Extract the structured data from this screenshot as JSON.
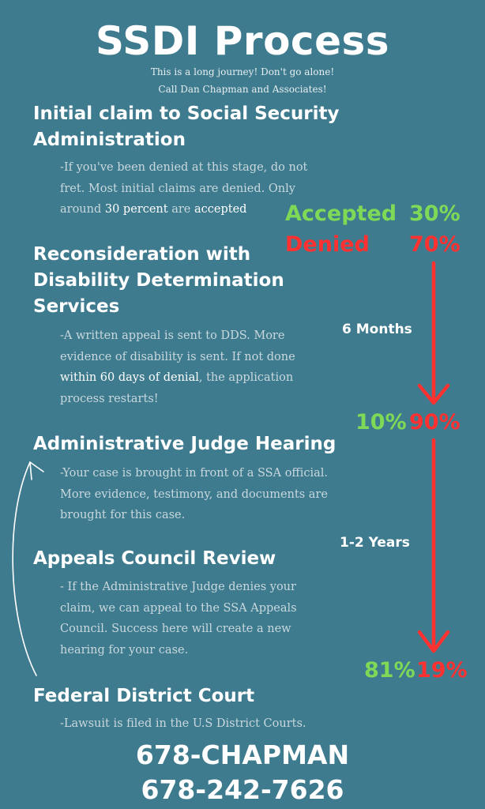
{
  "header": {
    "title": "SSDI Process",
    "tagline_1": "This is a long journey! Don't go alone!",
    "tagline_2": "Call Dan Chapman and Associates!"
  },
  "steps": [
    {
      "heading_lines": [
        "Initial claim to Social Security",
        "Administration"
      ],
      "desc_lines": [
        [
          "-If you've been denied at this stage, do not"
        ],
        [
          "fret. Most initial claims are denied. Only"
        ],
        [
          "around ",
          "30 percent",
          " are ",
          "accepted"
        ]
      ]
    },
    {
      "heading_lines": [
        "Reconsideration with",
        "Disability Determination",
        "Services"
      ],
      "desc_lines": [
        [
          "-A written appeal is sent to DDS. More"
        ],
        [
          "evidence of disability is sent. If not done"
        ],
        [
          "within 60 days of denial",
          ", the application"
        ],
        [
          "process restarts!"
        ]
      ]
    },
    {
      "heading_lines": [
        "Administrative Judge Hearing"
      ],
      "desc_lines": [
        [
          "-Your case is brought in front of a SSA official."
        ],
        [
          "More evidence, testimony, and documents are"
        ],
        [
          "brought for this case."
        ]
      ]
    },
    {
      "heading_lines": [
        "Appeals Council Review"
      ],
      "desc_lines": [
        [
          "- If the Administrative Judge denies your"
        ],
        [
          "claim, we can appeal to the SSA Appeals"
        ],
        [
          "Council. Success here will create a new"
        ],
        [
          "hearing for your case."
        ]
      ]
    },
    {
      "heading_lines": [
        "Federal District Court"
      ],
      "desc_lines": [
        [
          "-Lawsuit is filed in the U.S District Courts."
        ]
      ]
    }
  ],
  "stats": {
    "accepted_label": "Accepted",
    "accepted_value": "30%",
    "denied_label": "Denied",
    "denied_value": "70%",
    "reconsideration_accepted": "10%",
    "reconsideration_denied": "90%",
    "hearing_accepted": "81%",
    "hearing_denied": "19%"
  },
  "durations": {
    "first": "6 Months",
    "second": "1-2 Years"
  },
  "contact": {
    "phone_vanity": "678-CHAPMAN",
    "phone_number": "678-242-7626"
  },
  "colors": {
    "background": "#3f7b8e",
    "accepted": "#7ed957",
    "denied": "#ff3131"
  },
  "icons": {
    "flow_arrow": "arrow-down-icon",
    "return_arrow": "curved-arrow-up-icon"
  }
}
